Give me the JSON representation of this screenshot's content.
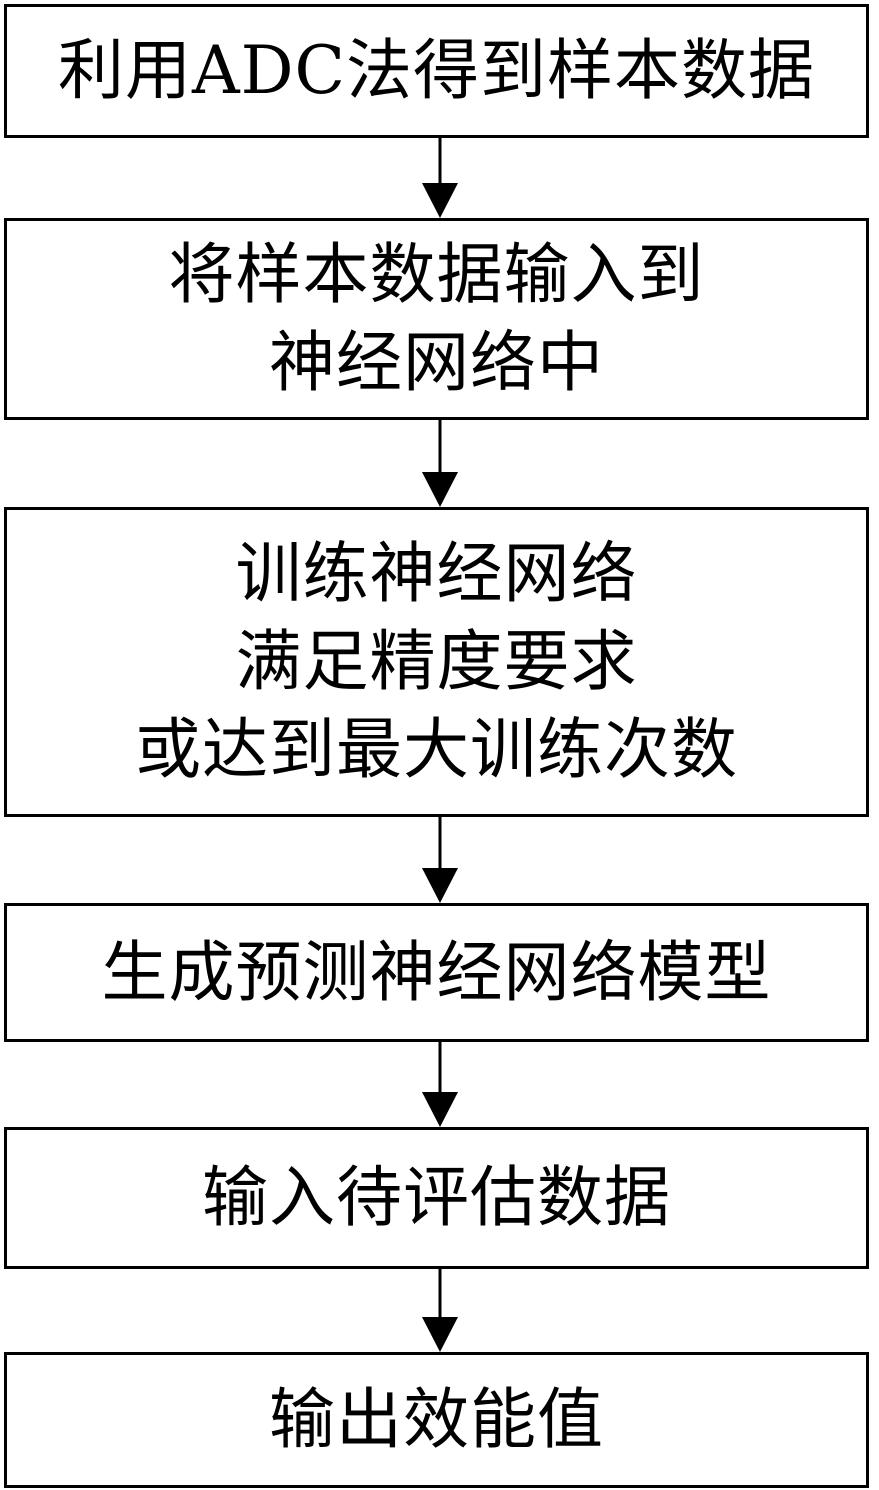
{
  "flowchart": {
    "steps": [
      {
        "lines": [
          "利用ADC法得到样本数据"
        ]
      },
      {
        "lines": [
          "将样本数据输入到",
          "神经网络中"
        ]
      },
      {
        "lines": [
          "训练神经网络",
          "满足精度要求",
          "或达到最大训练次数"
        ]
      },
      {
        "lines": [
          "生成预测神经网络模型"
        ]
      },
      {
        "lines": [
          "输入待评估数据"
        ]
      },
      {
        "lines": [
          "输出效能值"
        ]
      }
    ]
  }
}
